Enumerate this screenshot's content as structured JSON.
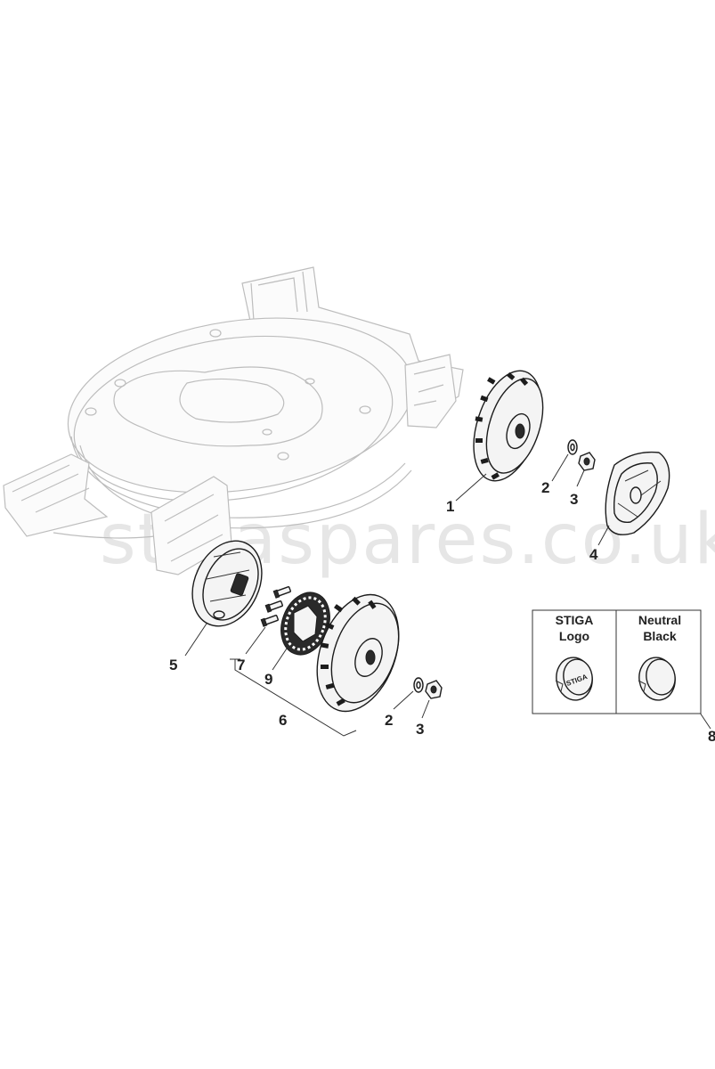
{
  "watermark": "stigaspares.co.uk",
  "callouts": {
    "c1": "1",
    "c2a": "2",
    "c3a": "3",
    "c4": "4",
    "c5": "5",
    "c6": "6",
    "c7": "7",
    "c9": "9",
    "c2b": "2",
    "c3b": "3",
    "c8": "8"
  },
  "variant_box": {
    "left_line1": "STIGA",
    "left_line2": "Logo",
    "right_line1": "Neutral",
    "right_line2": "Black"
  },
  "hub_cap_logo_text": "STIGA",
  "colors": {
    "deck": "#bdbdbd",
    "parts": "#1c1c1c",
    "watermark": "#e6e6e6"
  }
}
